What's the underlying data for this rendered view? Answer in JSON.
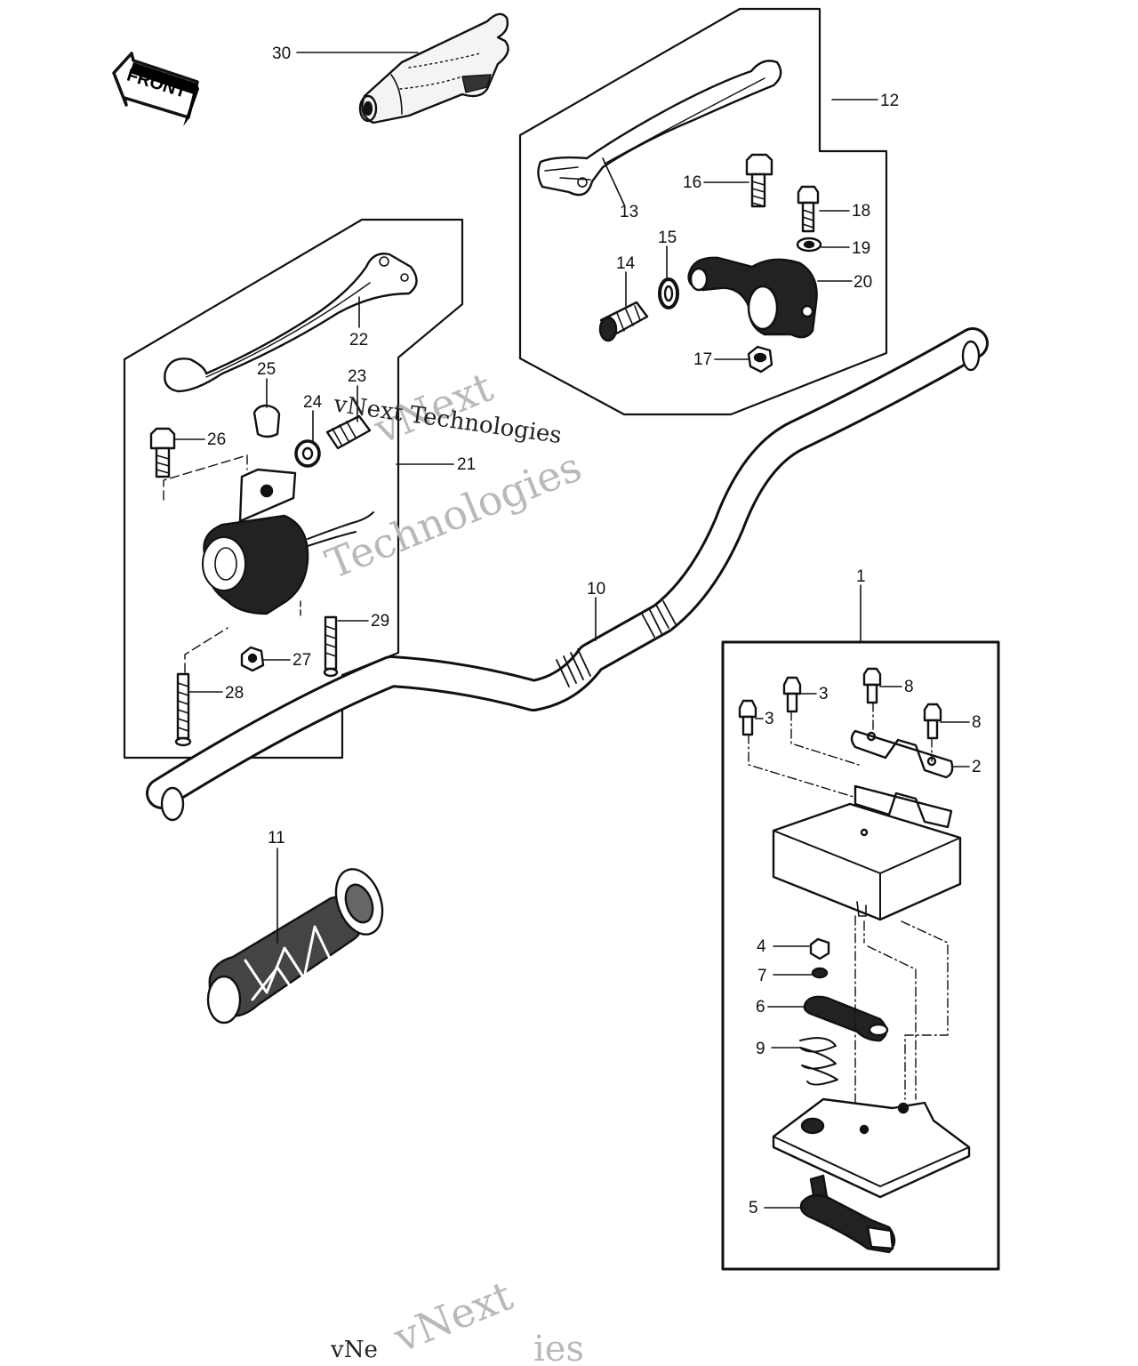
{
  "front_label": "FRONT",
  "watermark": {
    "brand": "vNext",
    "line1": "vNext Technologies",
    "word": "Technologies",
    "bottom_fragment": "vNe",
    "bottom_word": "ies"
  },
  "callouts": {
    "c1": "1",
    "c2": "2",
    "c3a": "3",
    "c3b": "3",
    "c4": "4",
    "c5": "5",
    "c6": "6",
    "c7": "7",
    "c8a": "8",
    "c8b": "8",
    "c9": "9",
    "c10": "10",
    "c11": "11",
    "c12": "12",
    "c13": "13",
    "c14": "14",
    "c15": "15",
    "c16": "16",
    "c17": "17",
    "c18": "18",
    "c19": "19",
    "c20": "20",
    "c21": "21",
    "c22": "22",
    "c23": "23",
    "c24": "24",
    "c25": "25",
    "c26": "26",
    "c27": "27",
    "c28": "28",
    "c29": "29",
    "c30": "30"
  }
}
